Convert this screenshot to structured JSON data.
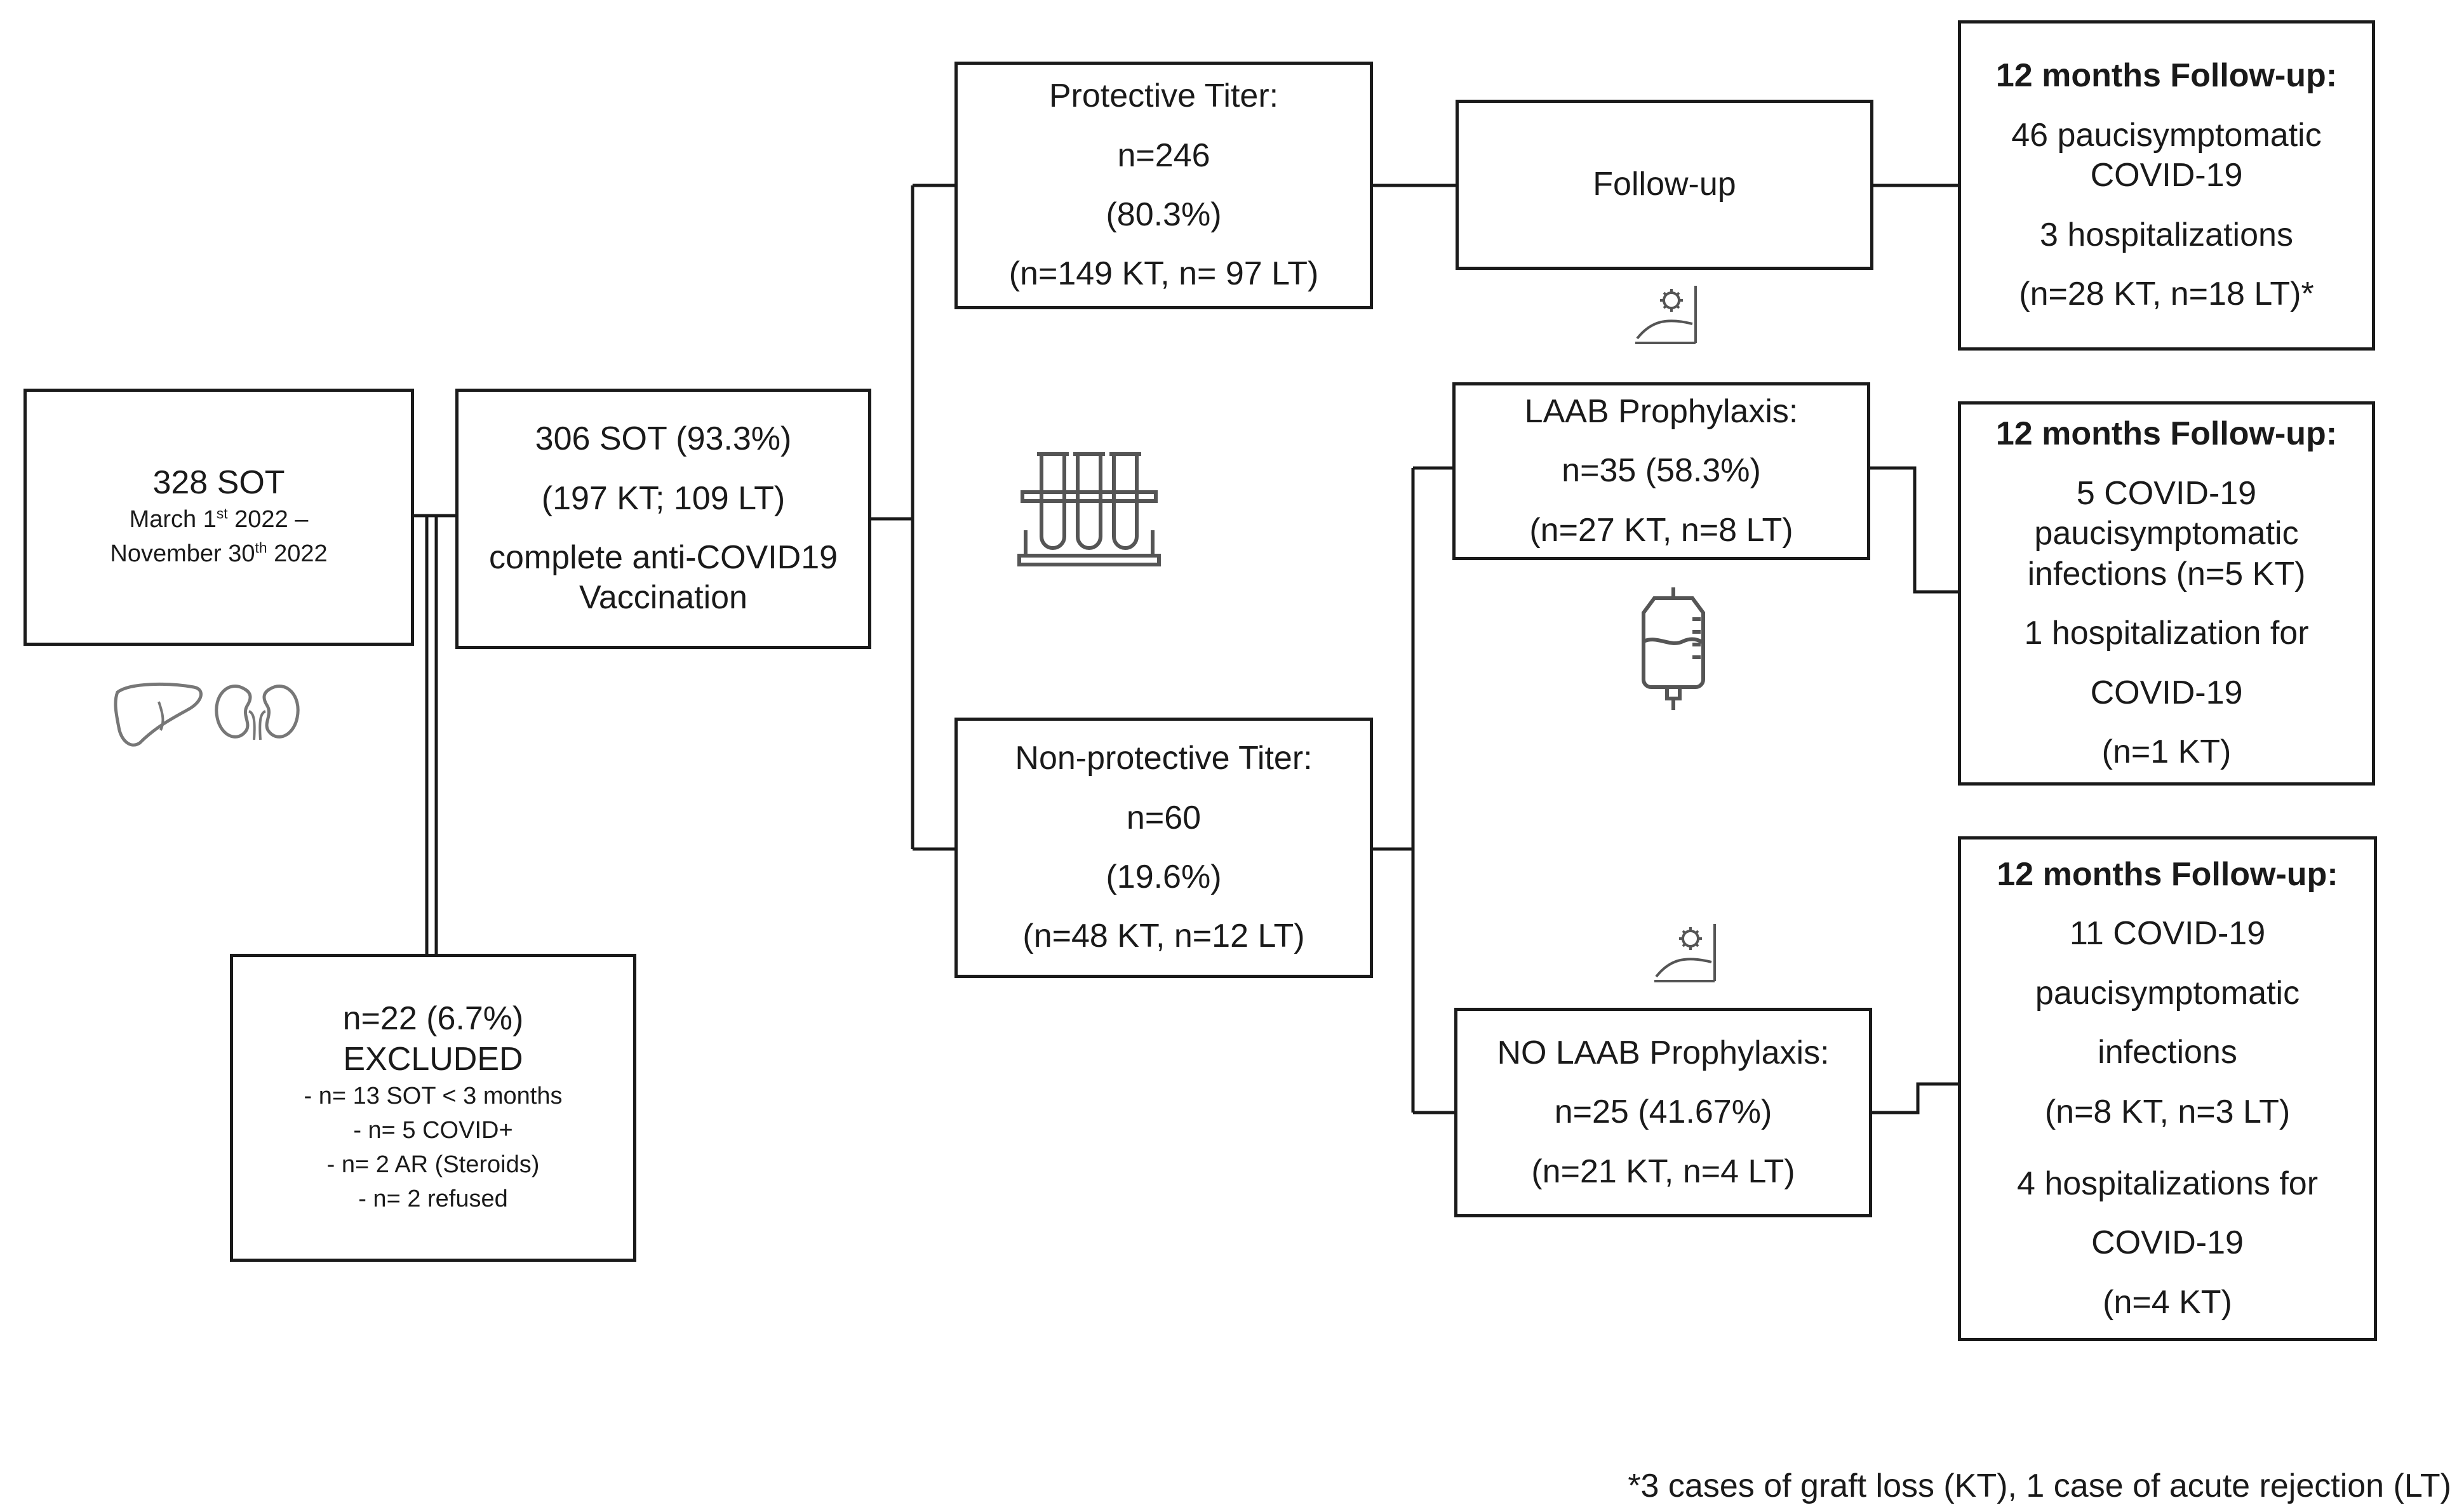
{
  "start": {
    "title": "328 SOT",
    "date_line1_pre": "March 1",
    "date_line1_sup": "st",
    "date_line1_post": " 2022 –",
    "date_line2_pre": "November 30",
    "date_line2_sup": "th",
    "date_line2_post": " 2022"
  },
  "enrolled": {
    "line1": "306 SOT (93.3%)",
    "line2": "(197 KT; 109 LT)",
    "line3": "complete anti-COVID19",
    "line4": "Vaccination"
  },
  "excluded": {
    "line1": "n=22 (6.7%)",
    "line2": "EXCLUDED",
    "items": [
      "- n= 13 SOT < 3 months",
      "- n= 5 COVID+",
      "- n= 2 AR (Steroids)",
      "- n= 2 refused"
    ]
  },
  "protective": {
    "line1": "Protective Titer:",
    "line2": "n=246",
    "line3": "(80.3%)",
    "line4": "(n=149 KT, n= 97 LT)"
  },
  "nonprotective": {
    "line1": "Non-protective Titer:",
    "line2": "n=60",
    "line3": "(19.6%)",
    "line4": "(n=48 KT, n=12 LT)"
  },
  "followup_box": {
    "label": "Follow-up"
  },
  "laab": {
    "line1": "LAAB Prophylaxis:",
    "line2": "n=35 (58.3%)",
    "line3": "(n=27 KT, n=8 LT)"
  },
  "nolaab": {
    "line1": "NO LAAB Prophylaxis:",
    "line2": "n=25 (41.67%)",
    "line3": "(n=21 KT, n=4 LT)"
  },
  "outcome1": {
    "title": "12 months Follow-up:",
    "line1": "46 paucisymptomatic",
    "line2": "COVID-19",
    "line3": "3 hospitalizations",
    "line4": "(n=28 KT, n=18 LT)*"
  },
  "outcome2": {
    "title": "12 months Follow-up:",
    "line1": "5 COVID-19",
    "line2": "paucisymptomatic",
    "line3": "infections (n=5 KT)",
    "line4": "1 hospitalization for",
    "line5": "COVID-19",
    "line6": "(n=1 KT)"
  },
  "outcome3": {
    "title": "12 months Follow-up:",
    "line1": "11 COVID-19",
    "line2": "paucisymptomatic",
    "line3": "infections",
    "line4": "(n=8 KT, n=3 LT)",
    "line5": "4 hospitalizations for",
    "line6": "COVID-19",
    "line7": "(n=4 KT)"
  },
  "footnote": "*3 cases of graft loss (KT), 1 case of acute rejection (LT)",
  "icons": [
    "liver-icon",
    "kidneys-icon",
    "test-tubes-icon",
    "virus-curve-icon",
    "iv-bag-icon"
  ]
}
